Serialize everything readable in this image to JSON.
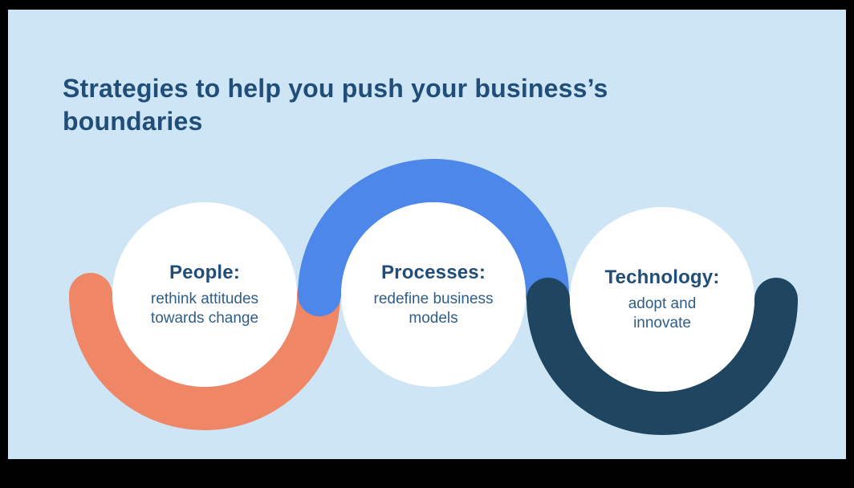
{
  "slide": {
    "title": "Strategies to help you push your business’s\nboundaries"
  },
  "circles": [
    {
      "heading": "People:",
      "body": "rethink attitudes\ntowards change"
    },
    {
      "heading": "Processes:",
      "body": "redefine business\nmodels"
    },
    {
      "heading": "Technology:",
      "body": "adopt and\ninnovate"
    }
  ],
  "colors": {
    "canvas_bg": "#cee5f6",
    "title_text": "#214e78",
    "arc_orange": "#ef8666",
    "arc_blue": "#4d87ea",
    "arc_navy": "#1f4560",
    "circle_fill": "#ffffff",
    "body_text": "#2f5e88"
  }
}
